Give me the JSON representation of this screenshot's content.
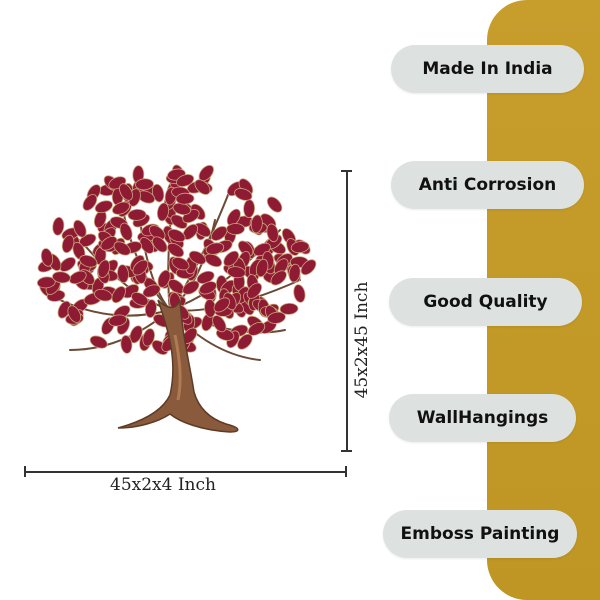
{
  "features": [
    {
      "label": "Made In India"
    },
    {
      "label": "Anti Corrosion"
    },
    {
      "label": "Good Quality"
    },
    {
      "label": "WallHangings"
    },
    {
      "label": "Emboss Painting"
    }
  ],
  "dimensions": {
    "width_label": "45x2x4 Inch",
    "height_label": "45x2x45 Inch"
  },
  "colors": {
    "accent_gold": "#c39a27",
    "pill_bg": "#dde2e1",
    "leaf": "#8e1a33",
    "trunk": "#8a5a3c"
  },
  "product": {
    "image_icon": "tree-of-life-icon"
  }
}
